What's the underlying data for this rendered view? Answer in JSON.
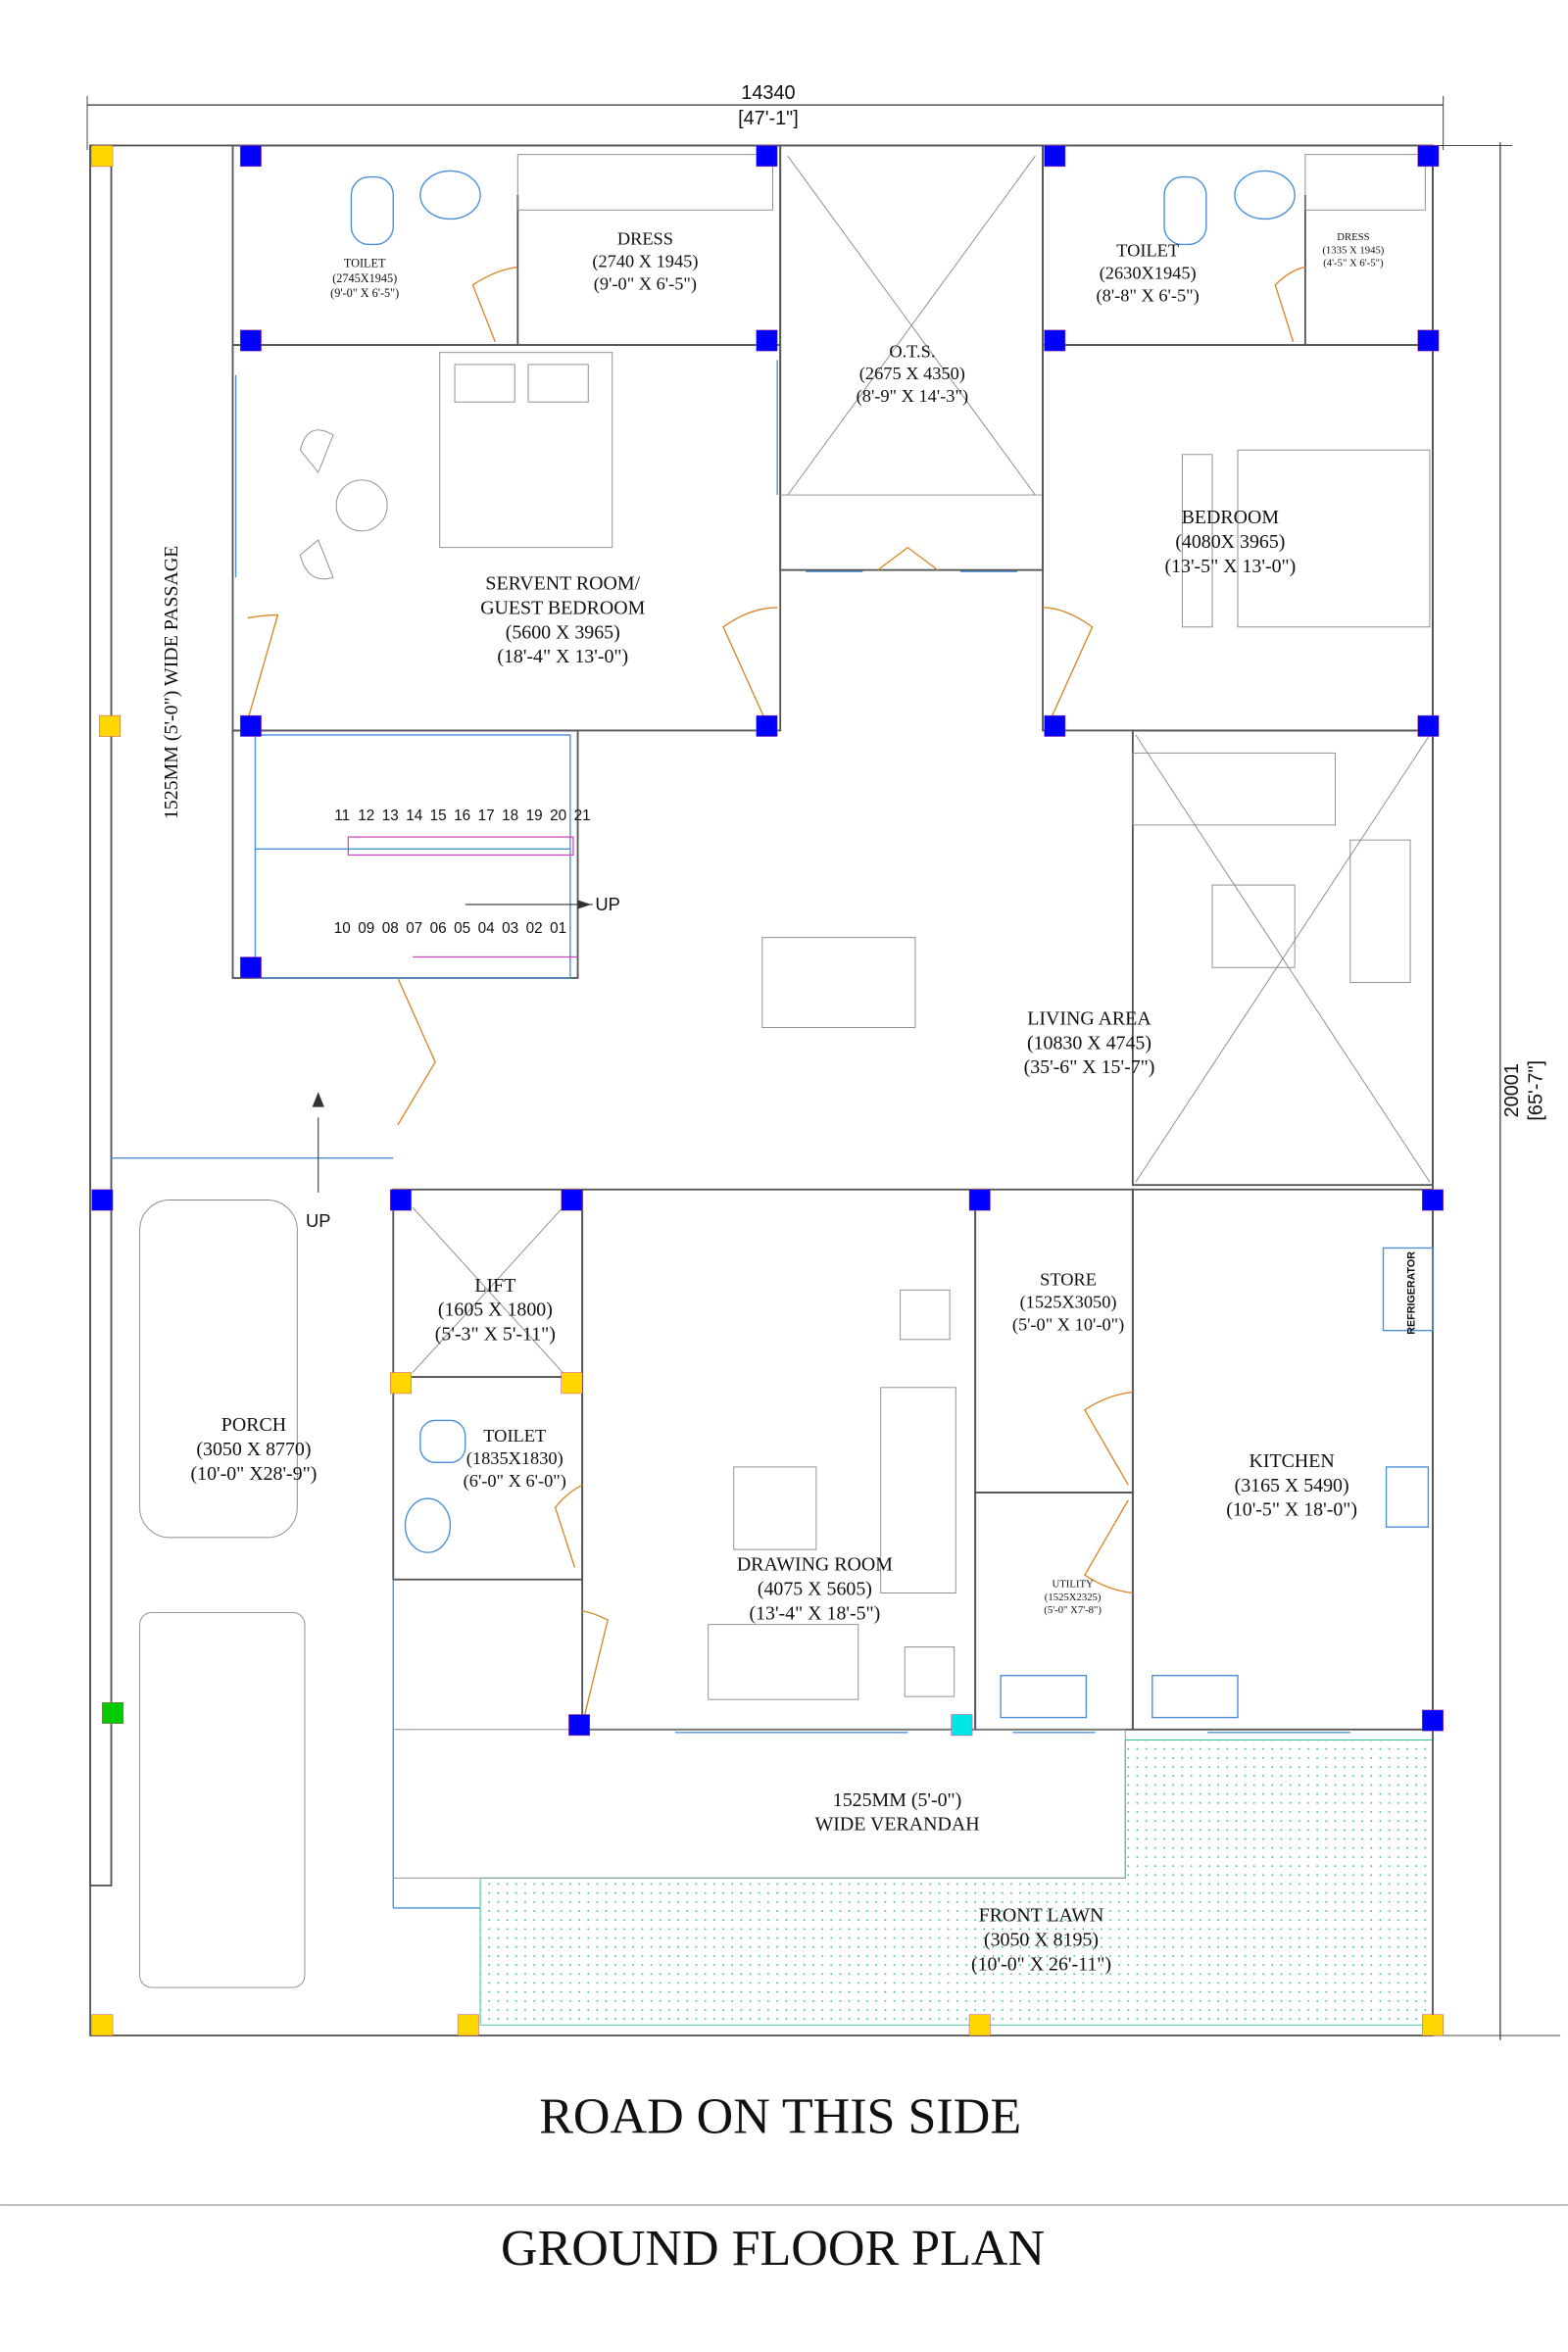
{
  "dimensions": {
    "width_mm": "14340",
    "width_ft": "[47'-1\"]",
    "height_mm": "20001",
    "height_ft": "[65'-7\"]"
  },
  "passage_label": "1525MM (5'-0\") WIDE PASSAGE",
  "rooms": {
    "toilet1": [
      "TOILET",
      "(2745X1945)",
      "(9'-0\" X 6'-5\")"
    ],
    "dress1": [
      "DRESS",
      "(2740 X 1945)",
      "(9'-0\" X 6'-5\")"
    ],
    "ots": [
      "O.T.S.",
      "(2675 X 4350)",
      "(8'-9\" X 14'-3\")"
    ],
    "toilet2": [
      "TOILET",
      "(2630X1945)",
      "(8'-8\" X 6'-5\")"
    ],
    "dress2": [
      "DRESS",
      "(1335 X 1945)",
      "(4'-5\" X 6'-5\")"
    ],
    "servent": [
      "SERVENT ROOM/",
      "GUEST BEDROOM",
      "(5600 X 3965)",
      "(18'-4\" X 13'-0\")"
    ],
    "bedroom": [
      "BEDROOM",
      "(4080X 3965)",
      "(13'-5\" X 13'-0\")"
    ],
    "living": [
      "LIVING AREA",
      "(10830 X 4745)",
      "(35'-6\" X 15'-7\")"
    ],
    "lift": [
      "LIFT",
      "(1605 X 1800)",
      "(5'-3\" X 5'-11\")"
    ],
    "toilet3": [
      "TOILET",
      "(1835X1830)",
      "(6'-0\" X 6'-0\")"
    ],
    "store": [
      "STORE",
      "(1525X3050)",
      "(5'-0\" X 10'-0\")"
    ],
    "porch": [
      "PORCH",
      "(3050 X 8770)",
      "(10'-0\" X28'-9\")"
    ],
    "kitchen": [
      "KITCHEN",
      "(3165 X 5490)",
      "(10'-5\" X 18'-0\")"
    ],
    "drawing": [
      "DRAWING ROOM",
      "(4075 X 5605)",
      "(13'-4\" X 18'-5\")"
    ],
    "utility": [
      "UTILITY",
      "(1525X2325)",
      "(5'-0\" X7'-8\")"
    ],
    "verandah": [
      "1525MM (5'-0\")",
      "WIDE VERANDAH"
    ],
    "lawn": [
      "FRONT LAWN",
      "(3050 X 8195)",
      "(10'-0\" X 26'-11\")"
    ]
  },
  "stairs": {
    "top_steps": [
      "11",
      "12",
      "13",
      "14",
      "15",
      "16",
      "17",
      "18",
      "19",
      "20",
      "21"
    ],
    "bottom_steps": [
      "10",
      "09",
      "08",
      "07",
      "06",
      "05",
      "04",
      "03",
      "02",
      "01"
    ],
    "up_label": "UP",
    "porch_up_label": "UP"
  },
  "refrigerator_label": "REFRIGERATOR",
  "road_label": "ROAD ON THIS SIDE",
  "title": "GROUND FLOOR PLAN",
  "colors": {
    "column": "#0000ff",
    "column_alt": "#ffd700",
    "green_column": "#00cc00",
    "cyan_column": "#00e5e5",
    "fixture": "#4a90d9",
    "door": "#d88a2a",
    "lawn": "#2fbf9f"
  }
}
